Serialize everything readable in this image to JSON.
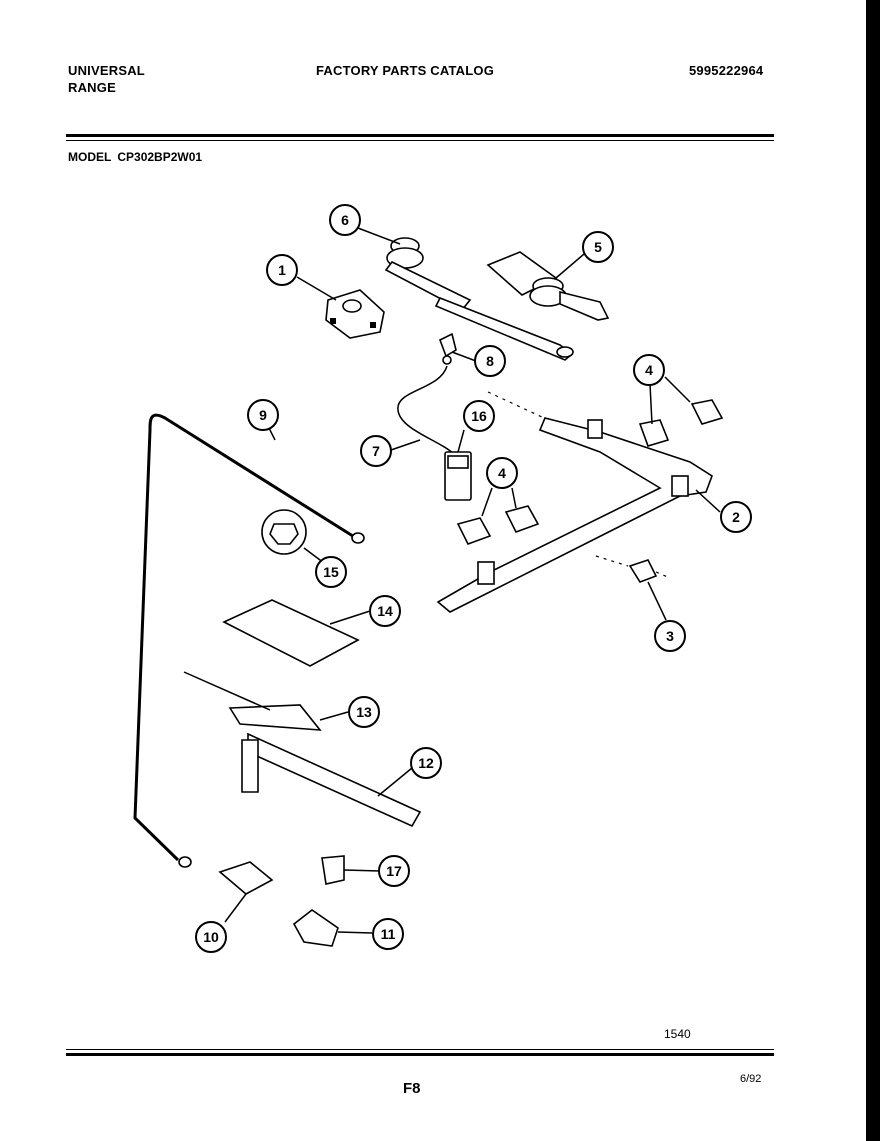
{
  "header": {
    "brand_line1": "UNIVERSAL",
    "brand_line2": "RANGE",
    "catalog_title": "FACTORY PARTS CATALOG",
    "catalog_number": "5995222964"
  },
  "model": {
    "label": "MODEL",
    "value": "CP302BP2W01"
  },
  "callouts": [
    "1",
    "2",
    "3",
    "4",
    "4",
    "5",
    "6",
    "7",
    "8",
    "9",
    "10",
    "11",
    "12",
    "13",
    "14",
    "15",
    "16",
    "17"
  ],
  "footer": {
    "diagram_code": "1540",
    "page": "F8",
    "date": "6/92"
  }
}
